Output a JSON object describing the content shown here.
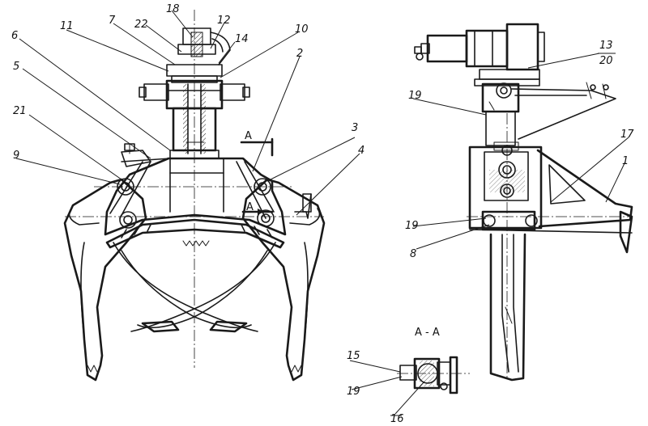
{
  "callouts": {
    "n1": "1",
    "n2": "2",
    "n3": "3",
    "n4": "4",
    "n5": "5",
    "n6": "6",
    "n7": "7",
    "n8": "8",
    "n9": "9",
    "n10": "10",
    "n11": "11",
    "n12": "12",
    "n13": "13",
    "n14": "14",
    "n15": "15",
    "n16": "16",
    "n17": "17",
    "n18": "18",
    "n19a": "19",
    "n19b": "19",
    "n19c": "19",
    "n20": "20",
    "n21": "21",
    "n22": "22"
  },
  "section": {
    "cut_mark_top": "A",
    "cut_mark_bottom": "A",
    "view_title": "A - A"
  }
}
